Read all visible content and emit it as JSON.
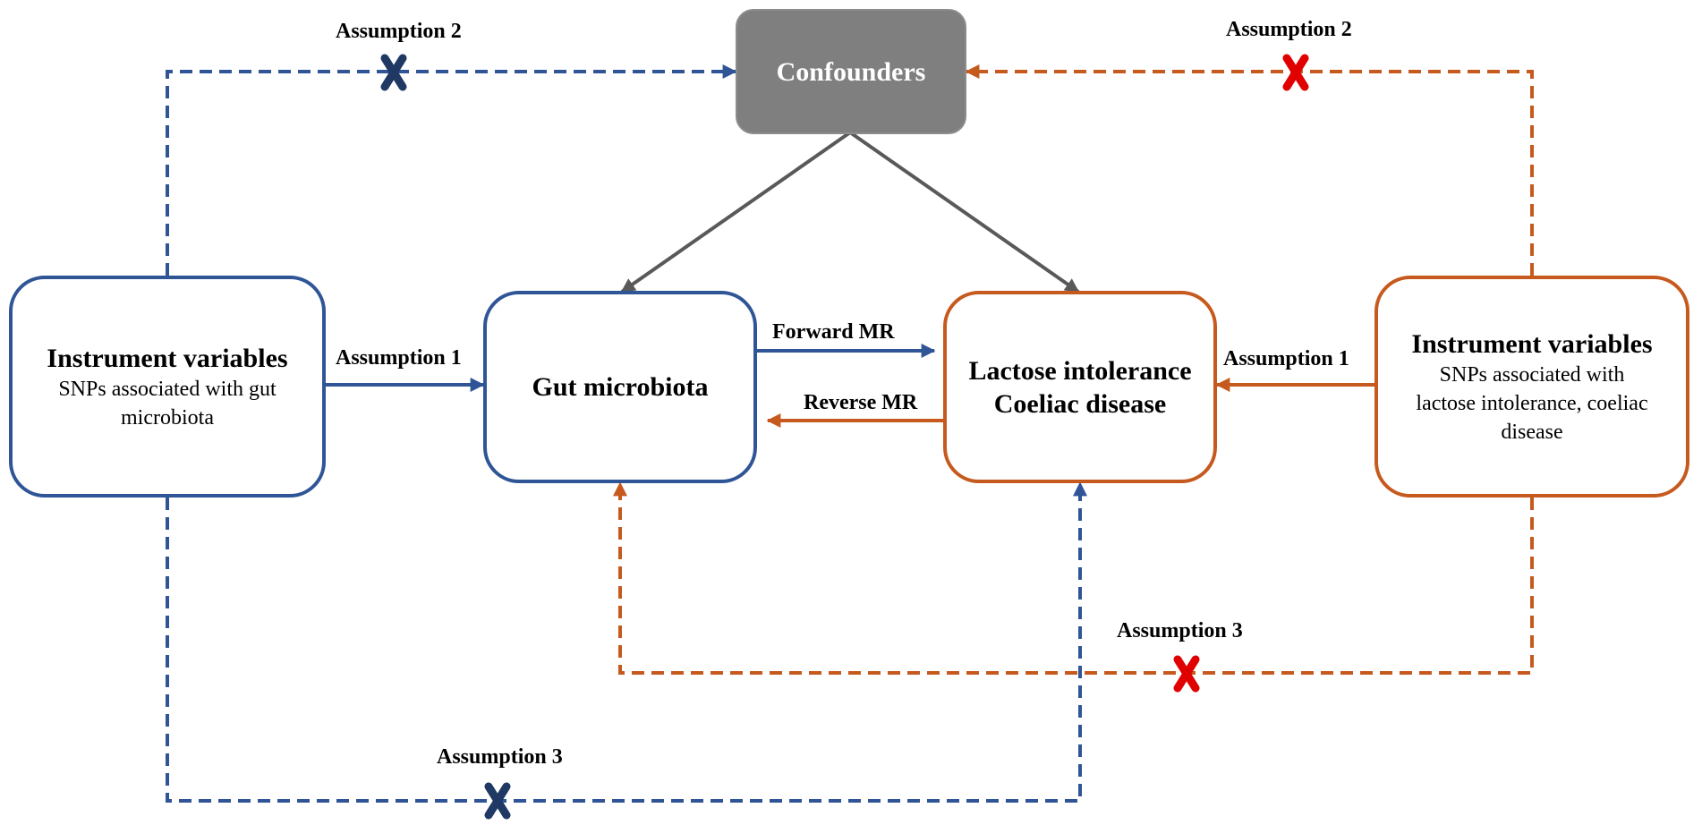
{
  "colors": {
    "blue": "#2f5597",
    "orange": "#c65a1e",
    "gray": "#595959",
    "confounder_fill": "#7f7f7f",
    "navy_cross": "#203864",
    "red_cross": "#e00000"
  },
  "nodes": {
    "confounders": {
      "title": "Confounders"
    },
    "iv_left": {
      "title": "Instrument variables",
      "line1": "SNPs associated with gut",
      "line2": "microbiota"
    },
    "gut": {
      "title": "Gut microbiota"
    },
    "outcome": {
      "line1": "Lactose intolerance",
      "line2": "Coeliac disease"
    },
    "iv_right": {
      "title": "Instrument variables",
      "line1": "SNPs associated with",
      "line2": "lactose intolerance, coeliac",
      "line3": "disease"
    }
  },
  "edges": {
    "assumption2_left": "Assumption 2",
    "assumption2_right": "Assumption 2",
    "assumption1_left": "Assumption 1",
    "assumption1_right": "Assumption 1",
    "forward": "Forward MR",
    "reverse": "Reverse MR",
    "assumption3_orange": "Assumption 3",
    "assumption3_blue": "Assumption 3"
  }
}
